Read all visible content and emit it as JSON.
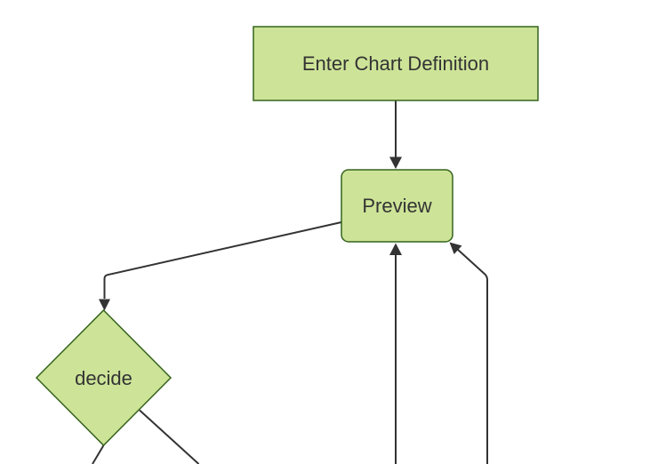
{
  "diagram": {
    "type": "flowchart-top-down",
    "background_color": "#ffffff",
    "node_fill_color": "#cde498",
    "node_border_color": "#35641c",
    "edge_color": "#333333",
    "label_color": "#333333",
    "nodes": [
      {
        "id": "enter-chart-definition",
        "shape": "rectangle",
        "label": "Enter Chart Definition"
      },
      {
        "id": "preview",
        "shape": "rounded-rectangle",
        "label": "Preview"
      },
      {
        "id": "decide",
        "shape": "diamond",
        "label": "decide"
      }
    ],
    "edges": [
      {
        "from": "enter-chart-definition",
        "to": "preview",
        "arrowhead": true
      },
      {
        "from": "preview",
        "to": "decide",
        "arrowhead": true
      },
      {
        "from": "decide",
        "to": "offscreen-bottom-left",
        "arrowhead": false
      },
      {
        "from": "decide",
        "to": "offscreen-bottom-right",
        "arrowhead": false
      },
      {
        "from": "offscreen-bottom-center",
        "to": "preview",
        "arrowhead": true
      },
      {
        "from": "offscreen-bottom-right",
        "to": "preview",
        "arrowhead": true
      }
    ]
  }
}
